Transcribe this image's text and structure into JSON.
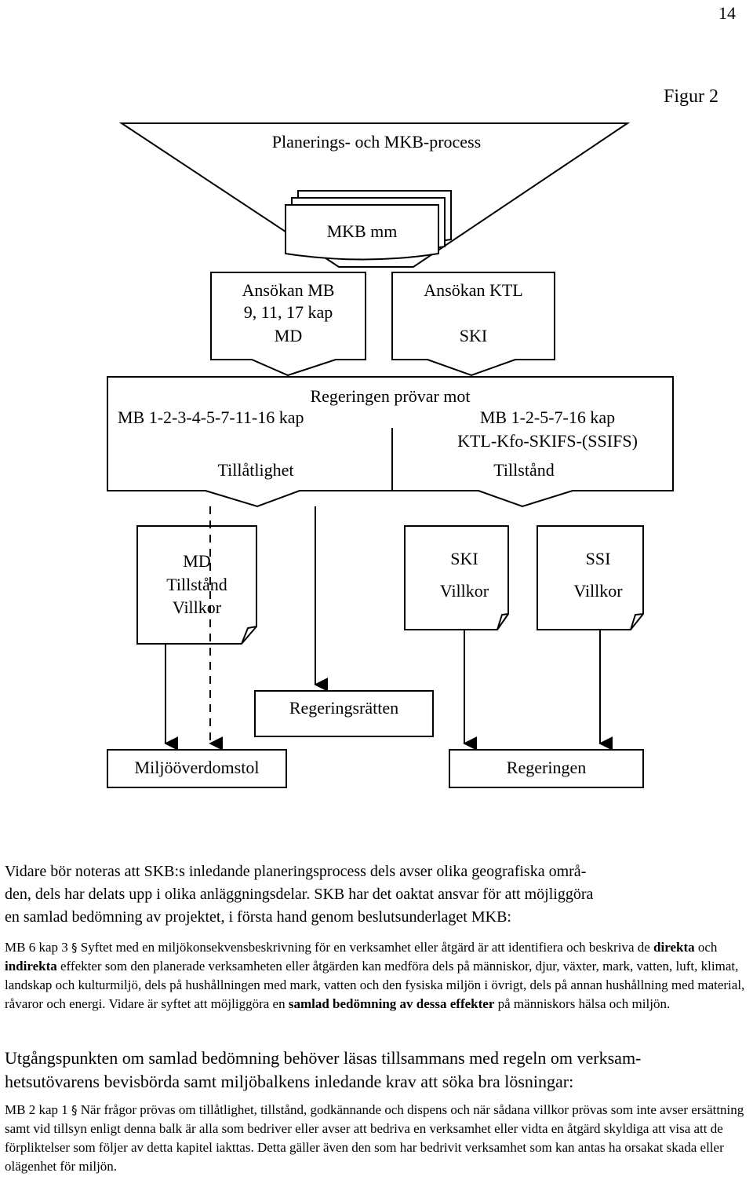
{
  "page": {
    "number": "14",
    "figure_label": "Figur 2"
  },
  "diagram": {
    "process_title": "Planerings- och MKB-process",
    "mkb_doc": "MKB mm",
    "app_mb": [
      "Ansökan MB",
      "9, 11, 17 kap",
      "MD"
    ],
    "app_ktl": [
      "Ansökan KTL",
      "SKI"
    ],
    "reg_title": "Regeringen prövar mot",
    "reg_left": "MB 1-2-3-4-5-7-11-16 kap",
    "reg_right_1": "MB 1-2-5-7-16 kap",
    "reg_right_2": "KTL-Kfo-SKIFS-(SSIFS)",
    "reg_left_label": "Tillåtlighet",
    "reg_right_label": "Tillstånd",
    "md_doc": [
      "MD",
      "Tillstånd",
      "Villkor"
    ],
    "ski_doc": [
      "SKI",
      "Villkor"
    ],
    "ssi_doc": [
      "SSI",
      "Villkor"
    ],
    "regeringsratten": "Regeringsrätten",
    "miljooverdomstol": "Miljööverdomstol",
    "regeringen": "Regeringen"
  },
  "text": {
    "p1_a": "Vidare bör noteras att SKB:s inledande planeringsprocess dels avser olika geografiska områ-",
    "p1_b": "den, dels har delats upp i olika anläggningsdelar. SKB har det oaktat ansvar för att möjliggöra",
    "p1_c": "en samlad bedömning av projektet, i första hand genom beslutsunderlaget MKB:",
    "q1_ref": "MB 6 kap 3 ",
    "q1_sym": "§",
    "q1_t1": " Syftet med en miljökonsekvensbeskrivning för en verksamhet eller åtgärd är att identifiera och beskriva de ",
    "q1_b1": "direkta",
    "q1_t2": " och ",
    "q1_b2": "indirekta",
    "q1_t3": " effekter som den planerade verksamheten eller åtgärden kan medföra dels på människor, djur, växter, mark, vatten, luft, klimat, landskap och kulturmiljö, dels på hushållningen med mark, vatten och den fysiska miljön i övrigt, dels på annan hushållning med material, råvaror och energi. Vidare är syftet att möjliggöra en ",
    "q1_b3": "samlad bedömning av dessa effekter",
    "q1_t4": " på människors hälsa och miljön.",
    "p2_a": "Utgångspunkten om samlad bedömning behöver läsas tillsammans med regeln om verksam-",
    "p2_b": "hetsutövarens bevisbörda samt miljöbalkens inledande krav att söka bra lösningar:",
    "q2_ref": "MB 2 kap 1 ",
    "q2_sym": "§",
    "q2_t": " När frågor prövas om tillåtlighet, tillstånd, godkännande och dispens och när sådana villkor prövas som inte avser ersättning samt vid tillsyn enligt denna balk är alla som bedriver eller avser att bedriva en verksamhet eller vidta en åtgärd skyldiga att visa att de förpliktelser som följer av detta kapitel iakttas. Detta gäller även den som har bedrivit verksamhet som kan antas ha orsakat skada eller olägenhet för miljön."
  }
}
